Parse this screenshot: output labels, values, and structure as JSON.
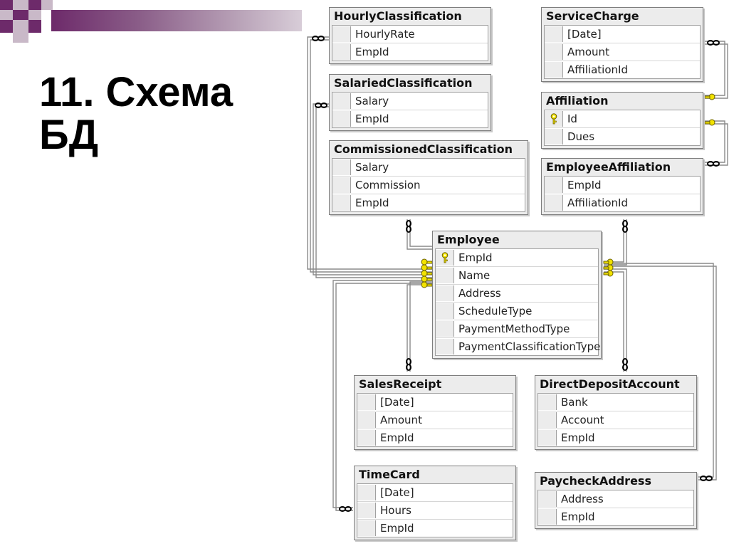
{
  "slide": {
    "title_line1": "11. Схема",
    "title_line2": "БД"
  },
  "colors": {
    "accent": "#6d2a6a",
    "table_header": "#ececec",
    "key_icon": "#e8d800",
    "link": "#808080"
  },
  "tables": {
    "hourly": {
      "name": "HourlyClassification",
      "columns": [
        {
          "name": "HourlyRate",
          "icon": ""
        },
        {
          "name": "EmpId",
          "icon": ""
        }
      ]
    },
    "salaried": {
      "name": "SalariedClassification",
      "columns": [
        {
          "name": "Salary",
          "icon": ""
        },
        {
          "name": "EmpId",
          "icon": ""
        }
      ]
    },
    "commissioned": {
      "name": "CommissionedClassification",
      "columns": [
        {
          "name": "Salary",
          "icon": ""
        },
        {
          "name": "Commission",
          "icon": ""
        },
        {
          "name": "EmpId",
          "icon": ""
        }
      ]
    },
    "servicecharge": {
      "name": "ServiceCharge",
      "columns": [
        {
          "name": "[Date]",
          "icon": ""
        },
        {
          "name": "Amount",
          "icon": ""
        },
        {
          "name": "AffiliationId",
          "icon": ""
        }
      ]
    },
    "affiliation": {
      "name": "Affiliation",
      "columns": [
        {
          "name": "Id",
          "icon": "key-icon"
        },
        {
          "name": "Dues",
          "icon": ""
        }
      ]
    },
    "empaffiliation": {
      "name": "EmployeeAffiliation",
      "columns": [
        {
          "name": "EmpId",
          "icon": ""
        },
        {
          "name": "AffiliationId",
          "icon": ""
        }
      ]
    },
    "employee": {
      "name": "Employee",
      "columns": [
        {
          "name": "EmpId",
          "icon": "key-icon"
        },
        {
          "name": "Name",
          "icon": ""
        },
        {
          "name": "Address",
          "icon": ""
        },
        {
          "name": "ScheduleType",
          "icon": ""
        },
        {
          "name": "PaymentMethodType",
          "icon": ""
        },
        {
          "name": "PaymentClassificationType",
          "icon": ""
        }
      ]
    },
    "salesreceipt": {
      "name": "SalesReceipt",
      "columns": [
        {
          "name": "[Date]",
          "icon": ""
        },
        {
          "name": "Amount",
          "icon": ""
        },
        {
          "name": "EmpId",
          "icon": ""
        }
      ]
    },
    "directdeposit": {
      "name": "DirectDepositAccount",
      "columns": [
        {
          "name": "Bank",
          "icon": ""
        },
        {
          "name": "Account",
          "icon": ""
        },
        {
          "name": "EmpId",
          "icon": ""
        }
      ]
    },
    "timecard": {
      "name": "TimeCard",
      "columns": [
        {
          "name": "[Date]",
          "icon": ""
        },
        {
          "name": "Hours",
          "icon": ""
        },
        {
          "name": "EmpId",
          "icon": ""
        }
      ]
    },
    "paycheckaddress": {
      "name": "PaycheckAddress",
      "columns": [
        {
          "name": "Address",
          "icon": ""
        },
        {
          "name": "EmpId",
          "icon": ""
        }
      ]
    }
  }
}
